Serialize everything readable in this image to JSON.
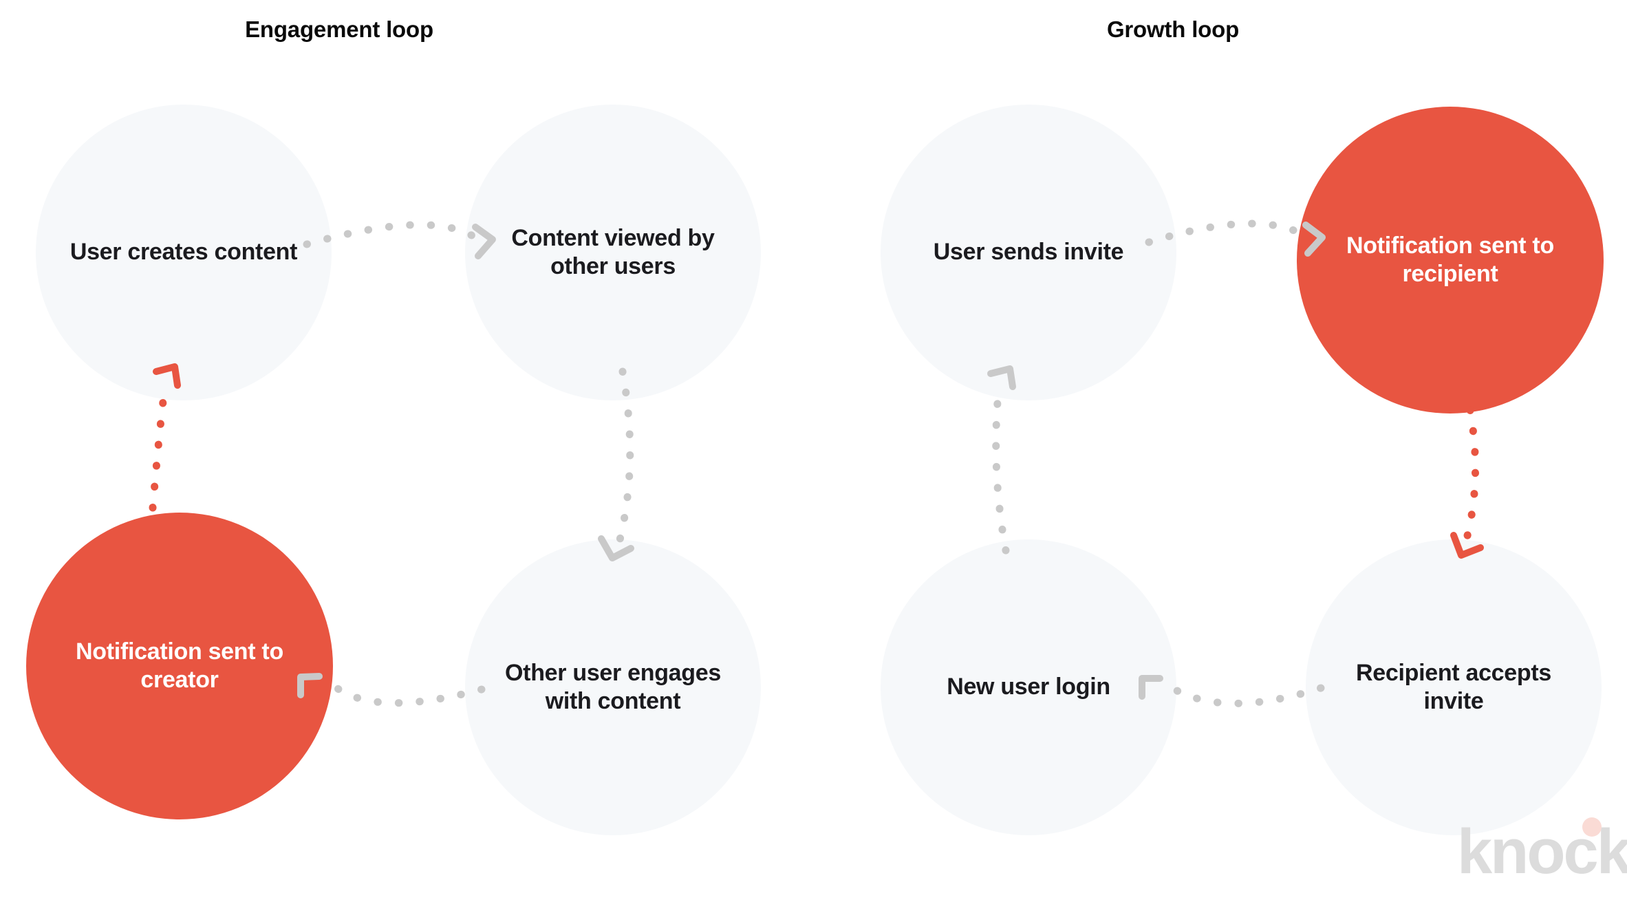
{
  "colors": {
    "accent": "#e85541",
    "pale_circle": "#f6f8fa",
    "connector_gray": "#c9c9c9",
    "connector_red": "#e85541",
    "text_dark": "#1b1b1f",
    "text_on_accent": "#ffffff",
    "logo_gray": "#dcdcdc",
    "logo_dot": "#fadbd5",
    "background": "#ffffff"
  },
  "loops": [
    {
      "id": "engagement-loop",
      "title": "Engagement loop",
      "nodes": [
        {
          "id": "user-creates-content",
          "label": "User creates content",
          "style": "pale"
        },
        {
          "id": "content-viewed-by-other-users",
          "label": "Content viewed by other users",
          "style": "pale"
        },
        {
          "id": "other-user-engages-with-content",
          "label": "Other user engages with content",
          "style": "pale"
        },
        {
          "id": "notification-sent-to-creator",
          "label": "Notification sent to creator",
          "style": "accent"
        }
      ],
      "connectors": [
        {
          "id": "engagement-top",
          "from": "user-creates-content",
          "to": "content-viewed-by-other-users",
          "color": "gray",
          "direction": "right"
        },
        {
          "id": "engagement-right",
          "from": "content-viewed-by-other-users",
          "to": "other-user-engages-with-content",
          "color": "gray",
          "direction": "down"
        },
        {
          "id": "engagement-bottom",
          "from": "other-user-engages-with-content",
          "to": "notification-sent-to-creator",
          "color": "gray",
          "direction": "left"
        },
        {
          "id": "engagement-left",
          "from": "notification-sent-to-creator",
          "to": "user-creates-content",
          "color": "red",
          "direction": "up"
        }
      ]
    },
    {
      "id": "growth-loop",
      "title": "Growth loop",
      "nodes": [
        {
          "id": "user-sends-invite",
          "label": "User sends invite",
          "style": "pale"
        },
        {
          "id": "notification-sent-to-recipient",
          "label": "Notification sent to recipient",
          "style": "accent"
        },
        {
          "id": "recipient-accepts-invite",
          "label": "Recipient accepts invite",
          "style": "pale"
        },
        {
          "id": "new-user-login",
          "label": "New user login",
          "style": "pale"
        }
      ],
      "connectors": [
        {
          "id": "growth-top",
          "from": "user-sends-invite",
          "to": "notification-sent-to-recipient",
          "color": "gray",
          "direction": "right"
        },
        {
          "id": "growth-right",
          "from": "notification-sent-to-recipient",
          "to": "recipient-accepts-invite",
          "color": "red",
          "direction": "down"
        },
        {
          "id": "growth-bottom",
          "from": "recipient-accepts-invite",
          "to": "new-user-login",
          "color": "gray",
          "direction": "left"
        },
        {
          "id": "growth-left",
          "from": "new-user-login",
          "to": "user-sends-invite",
          "color": "gray",
          "direction": "up"
        }
      ]
    }
  ],
  "brand": {
    "wordmark": "knock",
    "dot_icon": "dot-icon"
  }
}
